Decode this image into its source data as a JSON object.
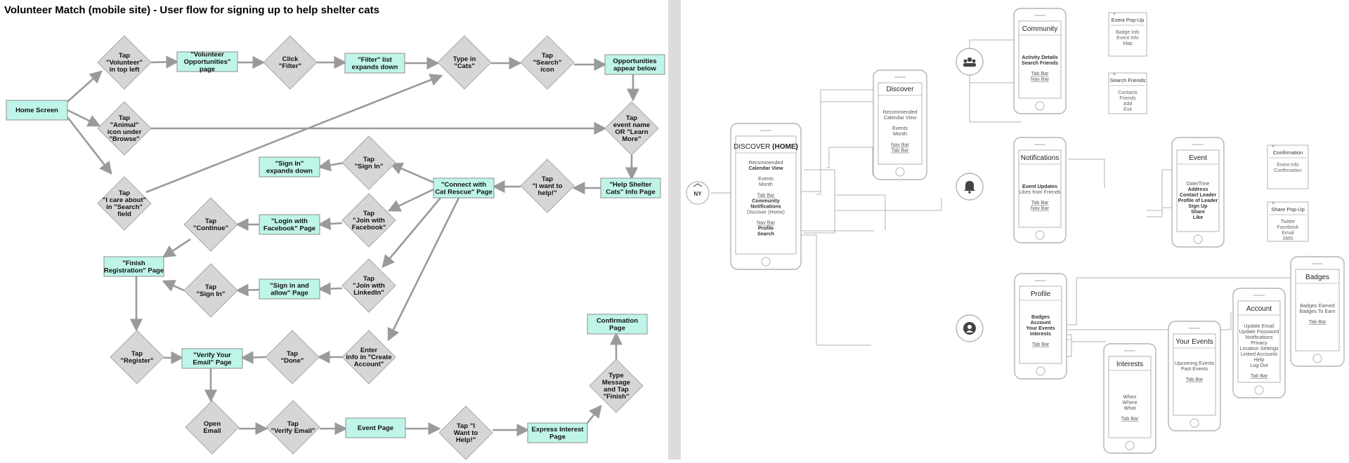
{
  "title": "Volunteer Match (mobile site) - User flow for signing up to help shelter cats",
  "colors": {
    "rect_fill": "#bff5e9",
    "rect_stroke": "#8e8e8e",
    "diamond_fill": "#d6d6d6",
    "diamond_stroke": "#a8a8a8",
    "arrow": "#9a9a9a",
    "divider": "#dcdcdc",
    "wire": "#b3b3b3"
  },
  "flow": {
    "rects": [
      {
        "lines": [
          "Home Screen"
        ]
      },
      {
        "lines": [
          "\"Volunteer",
          "Opportunities\"",
          "page"
        ]
      },
      {
        "lines": [
          "\"Filter\" list",
          "expands down"
        ]
      },
      {
        "lines": [
          "Opportunities",
          "appear below"
        ]
      },
      {
        "lines": [
          "\"Help Shelter",
          "Cats\" Info Page"
        ]
      },
      {
        "lines": [
          "\"Connect with",
          "Cat Rescue\" Page"
        ]
      },
      {
        "lines": [
          "\"Sign In\"",
          "expands down"
        ]
      },
      {
        "lines": [
          "\"Login with",
          "Facebook\" Page"
        ]
      },
      {
        "lines": [
          "\"Finish",
          "Registration\" Page"
        ]
      },
      {
        "lines": [
          "\"Sign in and",
          "allow\" Page"
        ]
      },
      {
        "lines": [
          "\"Verify Your",
          "Email\" Page"
        ]
      },
      {
        "lines": [
          "Event Page"
        ]
      },
      {
        "lines": [
          "Express Interest",
          "Page"
        ]
      },
      {
        "lines": [
          "Confirmation",
          "Page"
        ]
      }
    ],
    "diamonds": [
      {
        "lines": [
          "Tap",
          "\"Volunteer\"",
          "in top left"
        ]
      },
      {
        "lines": [
          "Click",
          "\"Filter\""
        ]
      },
      {
        "lines": [
          "Type in",
          "\"Cats\""
        ]
      },
      {
        "lines": [
          "Tap",
          "\"Search\"",
          "icon"
        ]
      },
      {
        "lines": [
          "Tap",
          "\"Animal\"",
          "icon under",
          "\"Browse\""
        ]
      },
      {
        "lines": [
          "Tap",
          "event name",
          "OR \"Learn",
          "More\""
        ]
      },
      {
        "lines": [
          "Tap",
          "\"I care about\"",
          "in \"Search\"",
          "field"
        ]
      },
      {
        "lines": [
          "Tap",
          "\"I want to",
          "help!\""
        ]
      },
      {
        "lines": [
          "Tap",
          "\"Sign In\""
        ]
      },
      {
        "lines": [
          "Tap",
          "\"Join with",
          "Facebook\""
        ]
      },
      {
        "lines": [
          "Tap",
          "\"Continue\""
        ]
      },
      {
        "lines": [
          "Tap",
          "\"Join with",
          "LinkedIn\""
        ]
      },
      {
        "lines": [
          "Tap",
          "\"Sign In\""
        ]
      },
      {
        "lines": [
          "Enter",
          "Info in \"Create",
          "Account\""
        ]
      },
      {
        "lines": [
          "Tap",
          "\"Done\""
        ]
      },
      {
        "lines": [
          "Tap",
          "\"Register\""
        ]
      },
      {
        "lines": [
          "Open",
          "Email"
        ]
      },
      {
        "lines": [
          "Tap",
          "\"Verify Email\""
        ]
      },
      {
        "lines": [
          "Tap \"I",
          "Want to",
          "Help!\""
        ]
      },
      {
        "lines": [
          "Type",
          "Message",
          "and Tap",
          "\"Finish\""
        ]
      }
    ]
  },
  "sitemap": {
    "logo_text": "NY",
    "home": {
      "title": [
        "DISCOVER ",
        "(HOME)"
      ],
      "items": [
        "Recommended",
        "Calendar View",
        "",
        "Events",
        "Month",
        "",
        "Tab Bar",
        "Community",
        "Notifications",
        "Discover (Home)",
        "",
        "Nav Bar",
        "Profile",
        "Search"
      ]
    },
    "discover": {
      "title": "Discover",
      "items": [
        "Recommended",
        "Calendar View",
        "",
        "Events",
        "Month",
        "",
        "Nav Bar",
        "Tab Bar"
      ]
    },
    "community": {
      "title": "Community",
      "items": [
        "Activity Details",
        "Search Friends",
        "",
        "Tab Bar",
        "Nav Bar"
      ]
    },
    "notifications": {
      "title": "Notifications",
      "items": [
        "Event Updates",
        "Likes from Friends",
        "",
        "Tab Bar",
        "Nav Bar"
      ]
    },
    "profile": {
      "title": "Profile",
      "items": [
        "Badges",
        "Account",
        "Your Events",
        "Interests",
        "",
        "Tab Bar"
      ]
    },
    "event": {
      "title": "Event",
      "items": [
        "Date/Time",
        "Address",
        "Contact Leader",
        "Profile of Leader",
        "Sign Up",
        "Share",
        "Like"
      ]
    },
    "interests": {
      "title": "Interests",
      "items": [
        "When",
        "Where",
        "What",
        "",
        "Tab Bar"
      ]
    },
    "your_events": {
      "title": "Your Events",
      "items": [
        "Upcoming Events",
        "Past Events",
        "",
        "Tab Bar"
      ]
    },
    "account": {
      "title": "Account",
      "items": [
        "Update Email",
        "Update Password",
        "Notifications",
        "Privacy",
        "Location Settings",
        "Linked Accounts",
        "Help",
        "Log Out",
        "",
        "Tab Bar"
      ]
    },
    "badges": {
      "title": "Badges",
      "items": [
        "Badges Earned",
        "Badges To Earn",
        "",
        "Tab Bar"
      ]
    },
    "popups": {
      "event_popup": {
        "title": "Event Pop-Up",
        "items": [
          "Badge Info",
          "Event Info",
          "Map"
        ]
      },
      "search_friends": {
        "title": "Search Friends",
        "items": [
          "Contacts",
          "Friends",
          "Add",
          "Exit"
        ]
      },
      "confirmation": {
        "title": "Confirmation",
        "items": [
          "Event Info",
          "Confirmation"
        ]
      },
      "share_popup": {
        "title": "Share Pop-Up",
        "items": [
          "Twitter",
          "Facebook",
          "Email",
          "SMS"
        ]
      }
    },
    "category_icons": [
      "community-icon",
      "notification-bell-icon",
      "profile-icon"
    ]
  }
}
